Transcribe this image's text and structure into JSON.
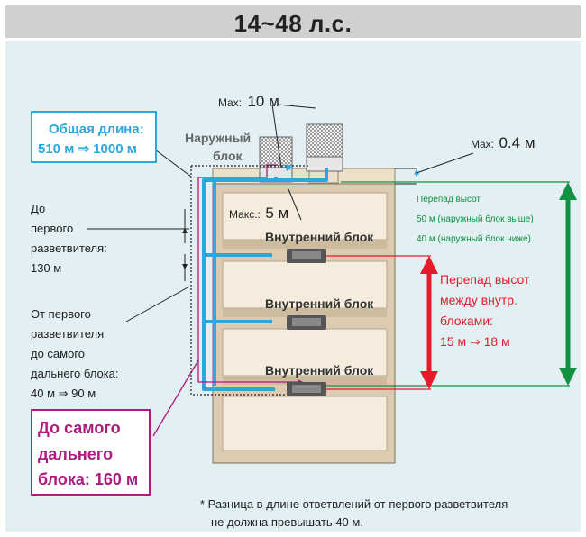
{
  "header": {
    "title": "14~48 л.с."
  },
  "outdoor": {
    "label_line1": "Наружный",
    "label_line2": "блок",
    "max_prefix": "Max:",
    "max_value": "10 м",
    "maks_prefix": "Макс.:",
    "maks_value": "5 м"
  },
  "total_length": {
    "line1": "Общая длина:",
    "line2": "510 м ⇒ 1000 м"
  },
  "first_branch": {
    "line1": "До",
    "line2": "первого",
    "line3": "разветвителя:",
    "line4": "130 м"
  },
  "branch_farthest": {
    "line1": "От первого",
    "line2": "разветвителя",
    "line3": "до самого",
    "line4": "дальнего блока:",
    "line5": "40 м ⇒ 90 м"
  },
  "farthest": {
    "line1": "До самого",
    "line2": "дальнего",
    "line3": "блока: 160 м"
  },
  "top_gap": {
    "prefix": "Max:",
    "value": "0.4 м"
  },
  "height_diff_outdoor": {
    "line1": "Перепад высот",
    "line2": "50 м (наружный блок выше)",
    "line3": "40 м (наружный блок ниже)"
  },
  "height_diff_indoor": {
    "line1": "Перепад высот",
    "line2": "между внутр.",
    "line3": "блоками:",
    "line4": "15 м ⇒ 18 м"
  },
  "indoor_units": [
    {
      "label": "Внутренний блок"
    },
    {
      "label": "Внутренний блок"
    },
    {
      "label": "Внутренний блок"
    }
  ],
  "footnote": {
    "line1": "* Разница в длине ответвлений от первого разветвителя",
    "line2": "не должна превышать 40 м."
  },
  "colors": {
    "pipe": "#2aa7df",
    "magenta": "#b0197e",
    "red": "#e51b2b",
    "green": "#119142",
    "header": "#cfd0d1",
    "background": "#e2eff3"
  }
}
